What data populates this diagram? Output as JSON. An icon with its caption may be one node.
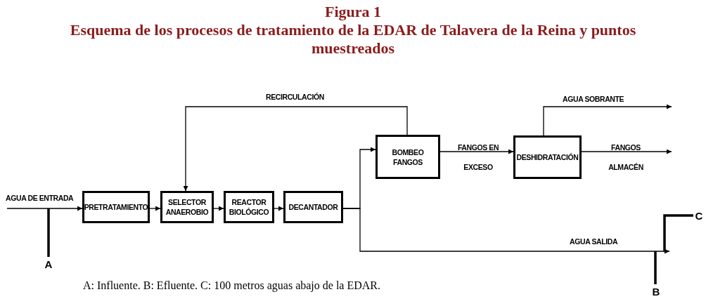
{
  "diagram": {
    "title": "Esquema de los procesos de tratamiento de la EDAR de Talavera de la Reina y puntos muestreados",
    "caption": "A: Influente. B: Efluente. C: 100 metros aguas abajo de la EDAR.",
    "labels": [
      "Figura 1"
    ],
    "nodes": [
      {
        "text": [
          "PRETRATAMIENTO"
        ]
      },
      {
        "text": [
          "SELECTOR ANAEROBIO"
        ]
      },
      {
        "text": [
          "REACTOR BIOLÓGICO"
        ]
      },
      {
        "text": [
          "DECANTADOR"
        ]
      },
      {
        "text": [
          "BOMBEO FANGOS"
        ]
      },
      {
        "text": [
          "DESHIDRATACIÓN"
        ]
      },
      {
        "text": [
          "A"
        ]
      },
      {
        "text": [
          "B"
        ]
      },
      {
        "text": [
          "C"
        ]
      }
    ],
    "edges": [
      {
        "from": null,
        "to": 0,
        "arrow": "to",
        "label": "AGUA DE ENTRADA"
      },
      {
        "from": 0,
        "to": 1,
        "arrow": "to"
      },
      {
        "from": 1,
        "to": 2,
        "arrow": "to"
      },
      {
        "from": 2,
        "to": 3,
        "arrow": "to"
      },
      {
        "from": 3,
        "to": 4,
        "arrow": "to"
      },
      {
        "from": 3,
        "to": null,
        "arrow": "to",
        "label": "AGUA SALIDA"
      },
      {
        "from": 4,
        "to": 1,
        "arrow": "to",
        "label": "RECIRCULACIÓN"
      },
      {
        "from": 4,
        "to": 5,
        "arrow": "to",
        "label": "FANGOS EN EXCESO"
      },
      {
        "from": 5,
        "to": null,
        "arrow": "to",
        "label": "AGUA SOBRANTE"
      },
      {
        "from": 5,
        "to": null,
        "arrow": "to",
        "label": "FANGOS ALMACÉN"
      },
      {
        "from": 6,
        "to": null,
        "arrow": "none",
        "style": "thick"
      },
      {
        "from": 7,
        "to": null,
        "arrow": "none",
        "style": "thick"
      },
      {
        "from": 8,
        "to": null,
        "arrow": "none",
        "style": "thick"
      }
    ]
  }
}
